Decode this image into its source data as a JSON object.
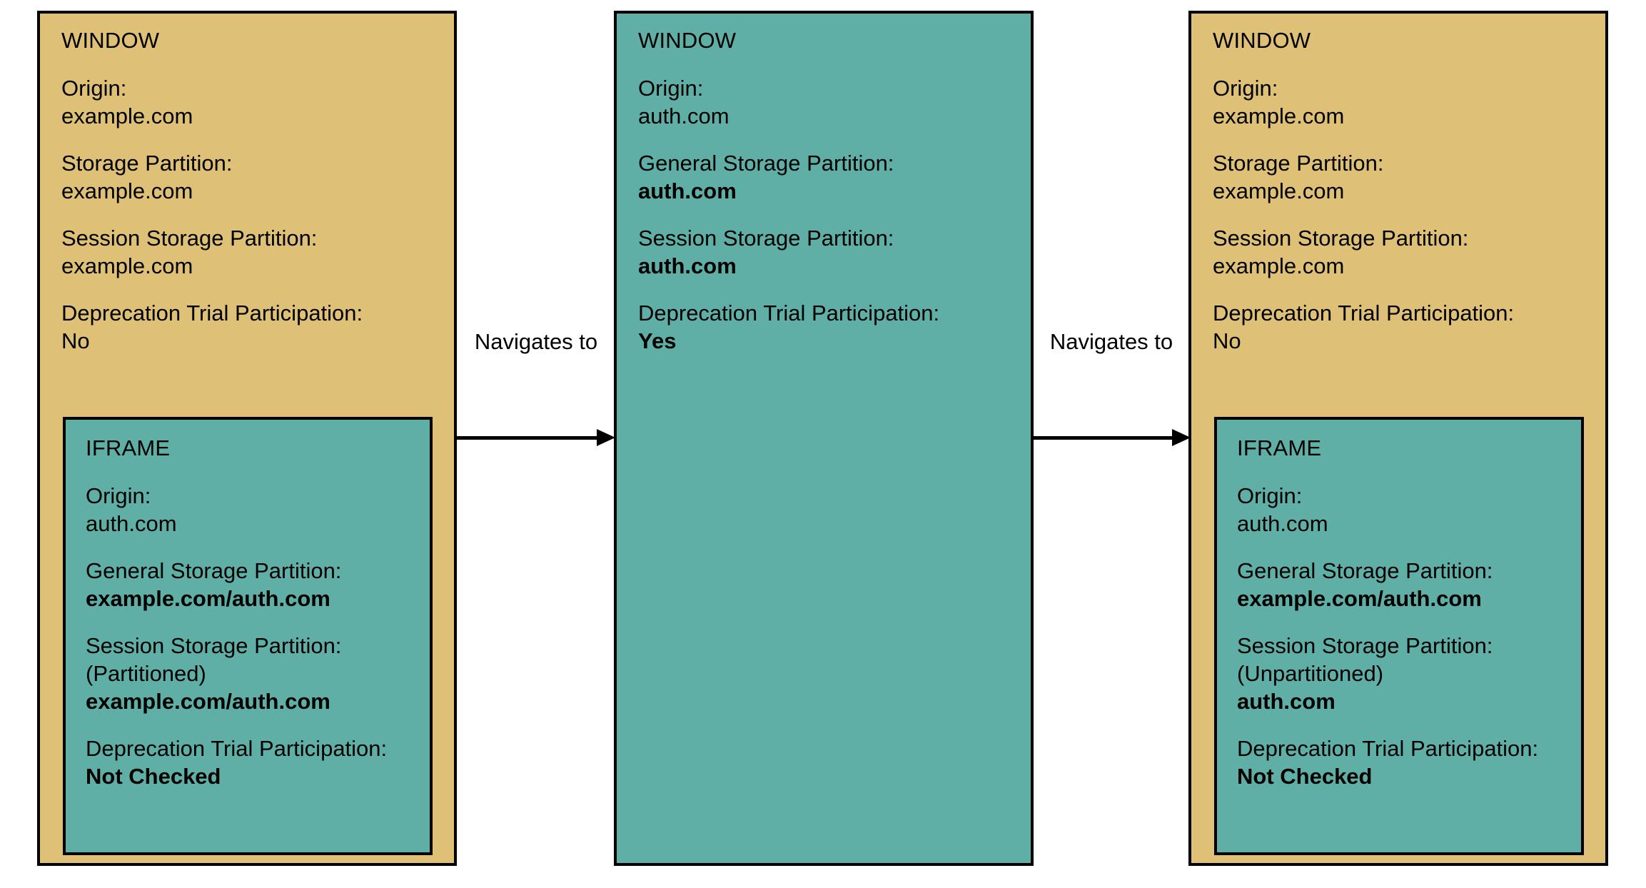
{
  "diagram": {
    "colors": {
      "example_com_context": "#DEC077",
      "auth_com_context": "#5FAFA7",
      "outline": "#000000",
      "background": "#FFFFFF"
    },
    "panels": [
      {
        "id": "panel-1",
        "context_color": "#DEC077",
        "title": "WINDOW",
        "fields": [
          {
            "label": "Origin:",
            "value": "example.com",
            "bold": false
          },
          {
            "label": "Storage Partition:",
            "value": "example.com",
            "bold": false
          },
          {
            "label": "Session Storage Partition:",
            "value": "example.com",
            "bold": false
          },
          {
            "label": "Deprecation Trial Participation:",
            "value": "No",
            "bold": false
          }
        ],
        "child": {
          "id": "iframe-1",
          "context_color": "#5FAFA7",
          "title": "IFRAME",
          "fields": [
            {
              "label": "Origin:",
              "value": "auth.com",
              "bold": false
            },
            {
              "label": "General Storage Partition:",
              "value": "example.com/auth.com",
              "bold": true
            },
            {
              "label": "Session Storage Partition:",
              "sub": "(Partitioned)",
              "value": "example.com/auth.com",
              "bold": true
            },
            {
              "label": "Deprecation Trial Participation:",
              "value": "Not Checked",
              "bold": true
            }
          ]
        }
      },
      {
        "id": "panel-2",
        "context_color": "#5FAFA7",
        "title": "WINDOW",
        "fields": [
          {
            "label": "Origin:",
            "value": "auth.com",
            "bold": false
          },
          {
            "label": "General Storage Partition:",
            "value": "auth.com",
            "bold": true
          },
          {
            "label": "Session Storage Partition:",
            "value": "auth.com",
            "bold": true
          },
          {
            "label": "Deprecation Trial Participation:",
            "value": "Yes",
            "bold": true
          }
        ],
        "child": null
      },
      {
        "id": "panel-3",
        "context_color": "#DEC077",
        "title": "WINDOW",
        "fields": [
          {
            "label": "Origin:",
            "value": "example.com",
            "bold": false
          },
          {
            "label": "Storage Partition:",
            "value": "example.com",
            "bold": false
          },
          {
            "label": "Session Storage Partition:",
            "value": "example.com",
            "bold": false
          },
          {
            "label": "Deprecation Trial Participation:",
            "value": "No",
            "bold": false
          }
        ],
        "child": {
          "id": "iframe-3",
          "context_color": "#5FAFA7",
          "title": "IFRAME",
          "fields": [
            {
              "label": "Origin:",
              "value": "auth.com",
              "bold": false
            },
            {
              "label": "General Storage Partition:",
              "value": "example.com/auth.com",
              "bold": true
            },
            {
              "label": "Session Storage Partition:",
              "sub": "(Unpartitioned)",
              "value": "auth.com",
              "bold": true
            },
            {
              "label": "Deprecation Trial Participation:",
              "value": "Not Checked",
              "bold": true
            }
          ]
        }
      }
    ],
    "arrows": [
      {
        "id": "arrow-1",
        "label": "Navigates to",
        "from": "panel-1",
        "to": "panel-2",
        "direction": "right"
      },
      {
        "id": "arrow-2",
        "label": "Navigates to",
        "from": "panel-2",
        "to": "panel-3",
        "direction": "right"
      }
    ]
  }
}
